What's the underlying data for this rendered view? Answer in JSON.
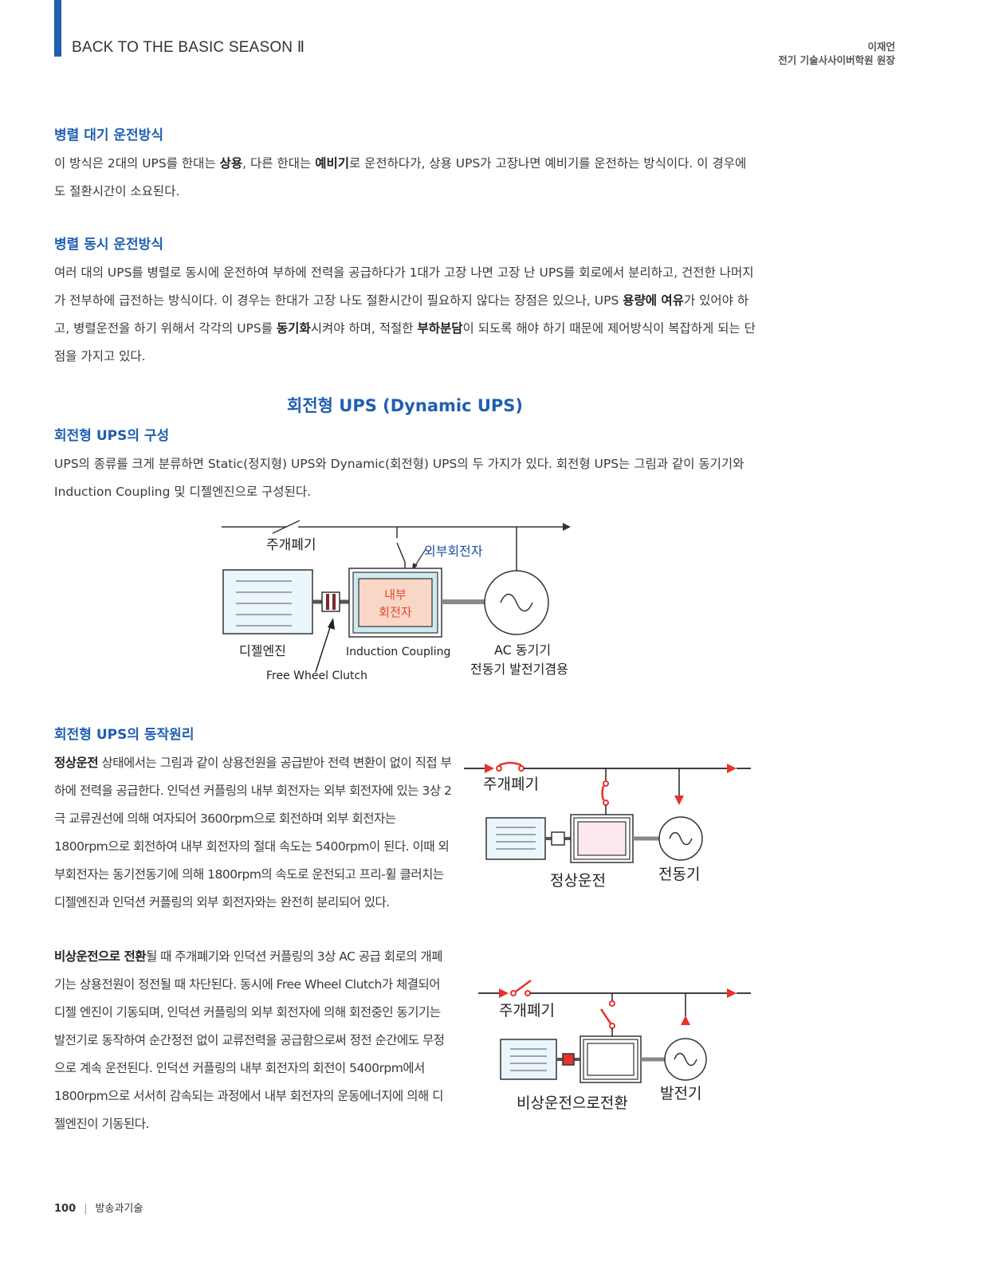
{
  "header": {
    "series_title": "BACK TO THE BASIC SEASON Ⅱ",
    "author_name": "이재언",
    "author_title": "전기 기술사사이버학원 원장"
  },
  "section1": {
    "heading": "병렬 대기 운전방식",
    "body": [
      {
        "t": "이 방식은 2대의 UPS를 한대는 "
      },
      {
        "t": "상용",
        "b": true
      },
      {
        "t": ", 다른 한대는 "
      },
      {
        "t": "예비기",
        "b": true
      },
      {
        "t": "로 운전하다가, 상용 UPS가 고장나면 예비기를 운전하는 방식이다. 이 경우에도 절환시간이 소요된다."
      }
    ]
  },
  "section2": {
    "heading": "병렬 동시 운전방식",
    "body": [
      {
        "t": "여러 대의 UPS를 병렬로 동시에 운전하여 부하에 전력을 공급하다가 1대가 고장 나면 고장 난 UPS를 회로에서 분리하고, 건전한 나머지가 전부하에 급전하는 방식이다. 이 경우는 한대가 고장 나도 절환시간이 필요하지 않다는 장점은 있으나, UPS "
      },
      {
        "t": "용량에 여유",
        "b": true
      },
      {
        "t": "가 있어야 하고, 병렬운전을 하기 위해서 각각의 UPS를 "
      },
      {
        "t": "동기화",
        "b": true
      },
      {
        "t": "시켜야 하며, 적절한 "
      },
      {
        "t": "부하분담",
        "b": true
      },
      {
        "t": "이 되도록 해야 하기 때문에 제어방식이 복잡하게 되는 단점을 가지고 있다."
      }
    ]
  },
  "main_title": "회전형 UPS (Dynamic UPS)",
  "section3": {
    "heading": "회전형 UPS의 구성",
    "body": [
      {
        "t": "UPS의 종류를 크게 분류하면 Static(정지형) UPS와 Dynamic(회전형) UPS의 두 가지가 있다. 회전형 UPS는 그림과 같이 동기기와 Induction Coupling 및 디젤엔진으로 구성된다."
      }
    ]
  },
  "figure1": {
    "main_breaker": "주개폐기",
    "outer_rotor": "외부회전자",
    "inner_rotor_line1": "내부",
    "inner_rotor_line2": "회전자",
    "diesel_engine": "디젤엔진",
    "induction_coupling": "Induction Coupling",
    "free_wheel_clutch": "Free Wheel Clutch",
    "ac_sync_machine": "AC 동기기",
    "motor_generator": "전동기 발전기겸용"
  },
  "section4": {
    "heading": "회전형 UPS의 동작원리",
    "para1": [
      {
        "t": "정상운전",
        "b": true
      },
      {
        "t": " 상태에서는 그림과 같이 상용전원을 공급받아 전력 변환이 없이 직접 부하에 전력을 공급한다. 인덕션 커플링의 내부 회전자는 외부 회전자에 있는 3상 2극 교류권선에 의해 여자되어 3600rpm으로 회전하며 외부 회전자는 1800rpm으로 회전하여 내부 회전자의 절대 속도는 5400rpm이 된다. 이때 외부회전자는 동기전동기에 의해 1800rpm의 속도로 운전되고 프리-휠 클러치는 디젤엔진과 인덕션 커플링의 외부 회전자와는 완전히 분리되어 있다."
      }
    ],
    "para2": [
      {
        "t": "비상운전으로 전환",
        "b": true
      },
      {
        "t": "될 때 주개폐기와 인덕션 커플링의 3상 AC 공급 회로의 개폐기는 상용전원이 정전될 때 차단된다. 동시에 Free Wheel Clutch가 체결되어 디젤 엔진이 기동되며, 인덕션 커플링의 외부 회전자에 의해 회전중인 동기기는 발전기로 동작하여 순간정전 없이 교류전력을 공급함으로써 정전 순간에도 무정으로 계속 운전된다. 인덕션 커플링의 내부 회전자의 회전이 5400rpm에서 1800rpm으로 서서히 감속되는 과정에서 내부 회전자의 운동에너지에 의해 디젤엔진이 기동된다."
      }
    ]
  },
  "figure2": {
    "main_breaker": "주개폐기",
    "mode_label": "정상운전",
    "machine_label": "전동기"
  },
  "figure3": {
    "main_breaker": "주개폐기",
    "mode_label": "비상운전으로전환",
    "machine_label": "발전기"
  },
  "footer": {
    "page_number": "100",
    "magazine": "방송과기술"
  },
  "colors": {
    "accent": "#1f5fb0",
    "switch_red": "#e8322a",
    "coupling_fill": "#cfe9ef",
    "rotor_fill": "#f8d7c7",
    "rotor_text": "#e2472f"
  }
}
